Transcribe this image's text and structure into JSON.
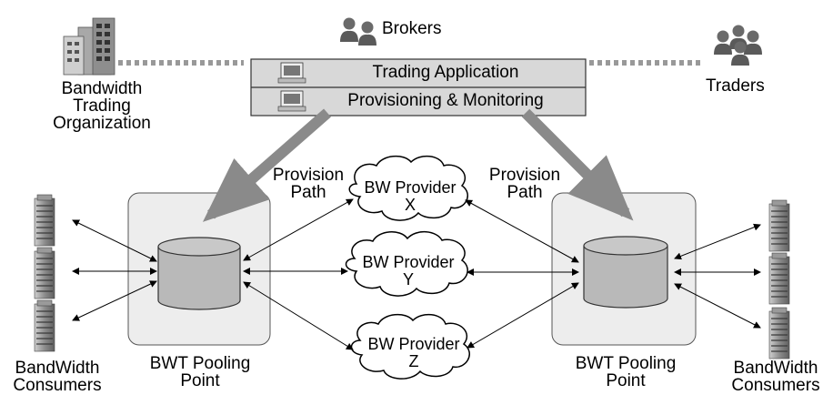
{
  "brokers_label": "Brokers",
  "traders_label": "Traders",
  "org_label": [
    "Bandwidth",
    "Trading",
    "Organization"
  ],
  "app_box": {
    "rows": [
      "Trading Application",
      "Provisioning & Monitoring"
    ]
  },
  "provision_path_left": [
    "Provision",
    "Path"
  ],
  "provision_path_right": [
    "Provision",
    "Path"
  ],
  "providers": [
    {
      "line1": "BW Provider",
      "line2": "X"
    },
    {
      "line1": "BW Provider",
      "line2": "Y"
    },
    {
      "line1": "BW Provider",
      "line2": "Z"
    }
  ],
  "pooling_left": [
    "BWT Pooling",
    "Point"
  ],
  "pooling_right": [
    "BWT Pooling",
    "Point"
  ],
  "consumers_left": [
    "BandWidth",
    "Consumers"
  ],
  "consumers_right": [
    "BandWidth",
    "Consumers"
  ],
  "colors": {
    "pool_box_fill": "#ededed",
    "cylinder_fill": "#b9b9b9",
    "big_arrow": "#8a8a8a",
    "dotted_line": "#999999",
    "app_box_fill": "#d8d8d8"
  }
}
